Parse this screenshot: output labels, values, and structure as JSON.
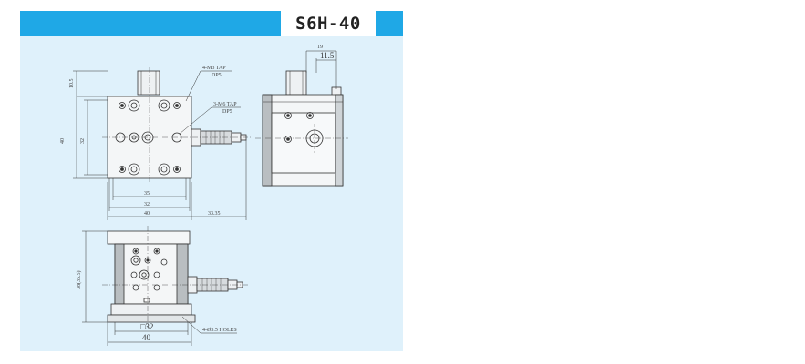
{
  "header": {
    "title": "S6H-40"
  },
  "dimensions": {
    "top_view": {
      "dim_10_5": "10.5",
      "dim_40_v": "40",
      "dim_32_v": "32",
      "dim_35_h": "35",
      "dim_32_h": "32",
      "dim_40_h": "40",
      "dim_33_35": "33.35",
      "callout_m3": "4-M3 TAP",
      "callout_m3_sub": "DP5",
      "callout_m6": "3-M6 TAP",
      "callout_m6_sub": "DP5"
    },
    "side_view": {
      "dim_19": "19",
      "dim_11_5": "11.5"
    },
    "front_view": {
      "dim_height": "38(35.5)",
      "dim_32": "□32",
      "dim_40": "40",
      "callout_holes": "4-Ø3.5 HOLES"
    }
  },
  "colors": {
    "header_blue": "#1fa8e6",
    "drawing_bg": "#dff1fb",
    "line": "#333333",
    "part_fill": "#f4f6f7",
    "part_gray": "#b9bec1"
  }
}
